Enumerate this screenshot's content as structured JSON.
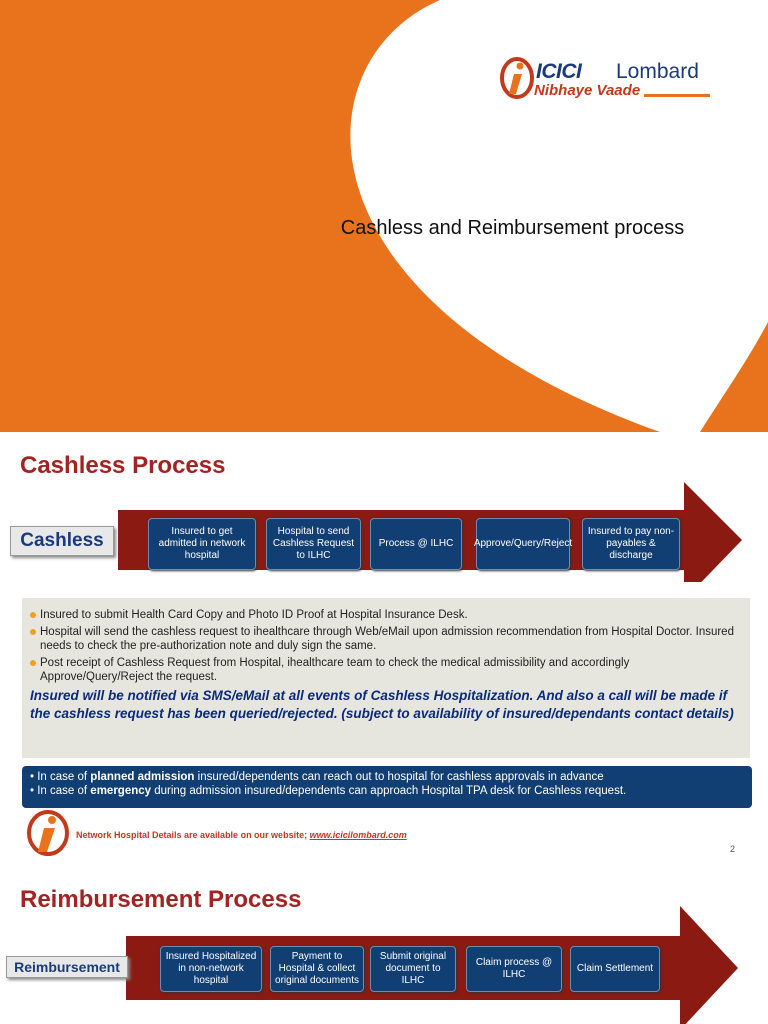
{
  "slide1": {
    "logo": {
      "brand": "ICICI",
      "brand2": "Lombard",
      "tagline": "Nibhaye Vaade"
    },
    "title": "Cashless and Reimbursement process"
  },
  "slide2": {
    "heading": "Cashless Process",
    "label": "Cashless",
    "steps": [
      "Insured to get admitted in network hospital",
      "Hospital to send Cashless Request to ILHC",
      "Process @ ILHC",
      "Approve/Query/Reject",
      "Insured to pay non-payables & discharge"
    ],
    "bullets": [
      "Insured to submit Health Card Copy and Photo ID Proof at Hospital Insurance Desk.",
      "Hospital will send the cashless request to ihealthcare through Web/eMail upon admission recommendation from Hospital Doctor. Insured needs to check the pre-authorization note and duly sign the same.",
      "Post receipt of Cashless Request from Hospital, ihealthcare team to check the medical admissibility and accordingly Approve/Query/Reject the request."
    ],
    "note": "Insured will be notified via SMS/eMail at all events of Cashless Hospitalization.  And also a call will be made if the cashless request has been queried/rejected. (subject to availability of insured/dependants contact  details)",
    "info": [
      {
        "pre": "In case of ",
        "bold": "planned admission",
        "post": " insured/dependents can reach out to hospital for cashless approvals in advance"
      },
      {
        "pre": "In case of ",
        "bold": "emergency",
        "post": " during admission insured/dependents can approach Hospital TPA desk for Cashless request."
      }
    ],
    "footer": {
      "text": "Network Hospital Details are available on our website; ",
      "link": "www.icicilombard.com"
    },
    "page_number": "2"
  },
  "slide3": {
    "heading": "Reimbursement Process",
    "label": "Reimbursement",
    "steps": [
      "Insured Hospitalized in non-network hospital",
      "Payment to Hospital & collect original documents",
      "Submit original document to ILHC",
      "Claim process @ ILHC",
      "Claim Settlement"
    ]
  },
  "colors": {
    "orange": "#e8731c",
    "maroon": "#a32323",
    "navy": "#123f73"
  }
}
